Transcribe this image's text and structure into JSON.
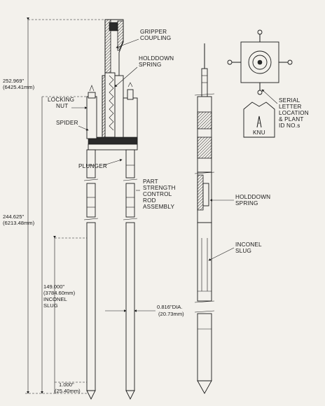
{
  "labels": {
    "gripper_coupling_1": "GRIPPER",
    "gripper_coupling_2": "COUPLING",
    "holddown_spring_1": "HOLDDOWN",
    "holddown_spring_2": "SPRING",
    "locking_nut_1": "LOCKING",
    "locking_nut_2": "NUT",
    "spider": "SPIDER",
    "plunger": "PLUNGER",
    "part_strength_1": "PART",
    "part_strength_2": "STRENGTH",
    "part_strength_3": "CONTROL",
    "part_strength_4": "ROD",
    "part_strength_5": "ASSEMBLY",
    "serial_1": "SERIAL",
    "serial_2": "LETTER",
    "serial_3": "LOCATION",
    "serial_4": "& PLANT",
    "serial_5": "ID NO.s",
    "knu": "KNU",
    "holddown_spring_right_1": "HOLDDOWN",
    "holddown_spring_right_2": "SPRING",
    "inconel_slug_right_1": "INCONEL",
    "inconel_slug_right_2": "SLUG"
  },
  "dimensions": {
    "overall_in": "252.969\"",
    "overall_mm": "(6425.41mm)",
    "mid_in": "244.625\"",
    "mid_mm": "(6213.48mm)",
    "slug_in": "149.000\"",
    "slug_mm": "(3784.60mm)",
    "slug_label_1": "INCONEL",
    "slug_label_2": "SLUG",
    "tip_in": "1.000\"",
    "tip_mm": "(25.40mm)",
    "dia_in": "0.816\"DIA.",
    "dia_mm": "(20.73mm)"
  }
}
